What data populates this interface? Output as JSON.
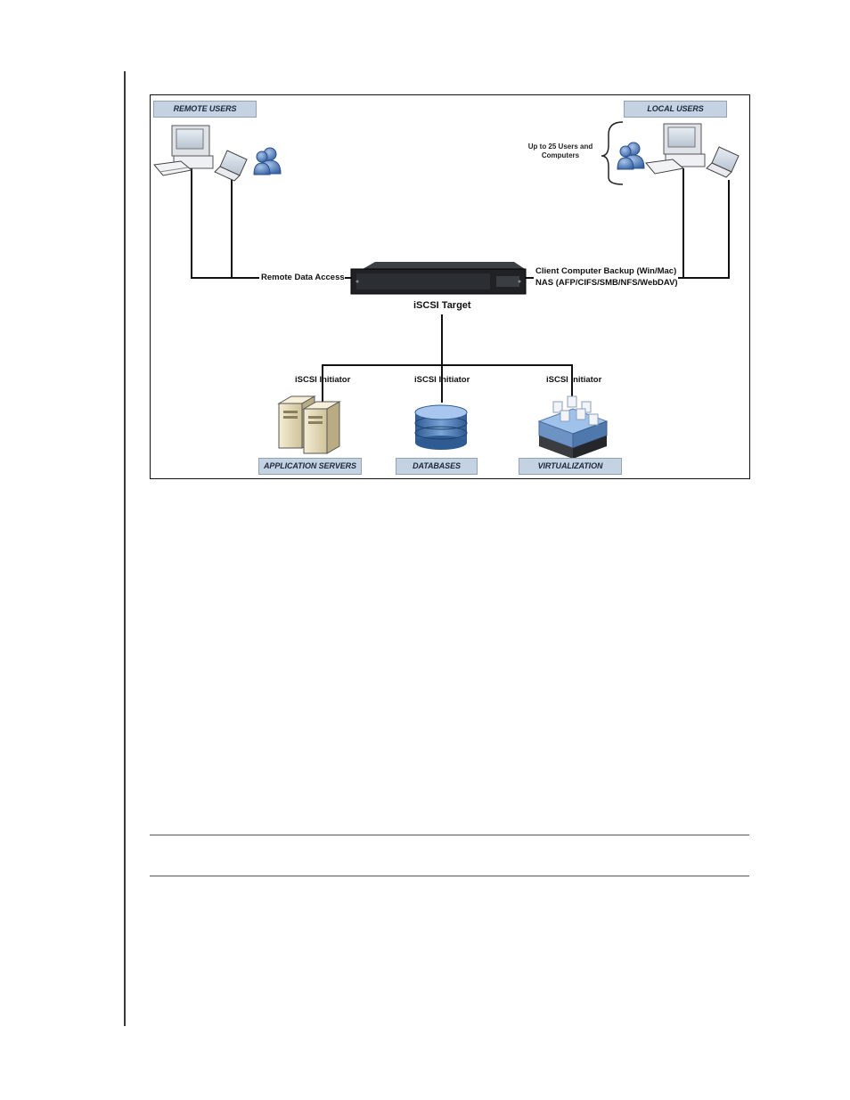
{
  "diagram": {
    "groups": {
      "remote_users": "REMOTE USERS",
      "local_users": "LOCAL USERS",
      "application_servers": "APPLICATION SERVERS",
      "databases": "DATABASES",
      "virtualization": "VIRTUALIZATION"
    },
    "labels": {
      "local_capacity": "Up to 25 Users and Computers",
      "remote_data_access": "Remote Data Access",
      "client_backup": "Client Computer Backup (Win/Mac)",
      "nas_protocols": "NAS (AFP/CIFS/SMB/NFS/WebDAV)",
      "iscsi_target": "iSCSI Target",
      "initiator_app": "iSCSI Initiator",
      "initiator_db": "iSCSI Initiator",
      "initiator_virt": "iSCSI Initiator"
    },
    "colors": {
      "tag_fill": "#c5d2e1",
      "device_body": "#1f2124",
      "db_blue": "#4d79b3",
      "server_beige": "#e9dfc0",
      "user_blue": "#5b84c4"
    },
    "icons": [
      "desktop-computer-icon",
      "laptop-icon",
      "users-icon",
      "nas-appliance-icon",
      "server-icon",
      "database-icon",
      "virtualization-icon"
    ]
  }
}
